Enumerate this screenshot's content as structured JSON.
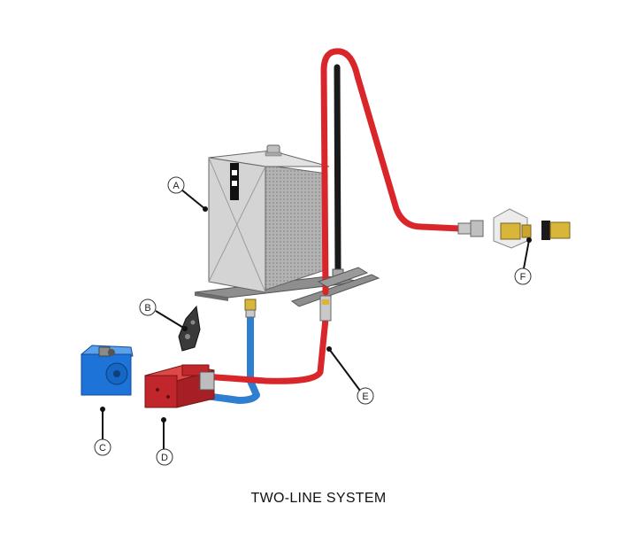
{
  "caption": "TWO-LINE SYSTEM",
  "callouts": {
    "a": "A",
    "b": "B",
    "c": "C",
    "d": "D",
    "e": "E",
    "f": "F"
  },
  "colors": {
    "pressure_line": "#d9262b",
    "return_line": "#2f7fd1",
    "vent_tube": "#1a1a1a",
    "tank": "#c9c9c9",
    "pump_red": "#c0262b",
    "motor_blue": "#1e73d8",
    "brass": "#d8b63a"
  }
}
